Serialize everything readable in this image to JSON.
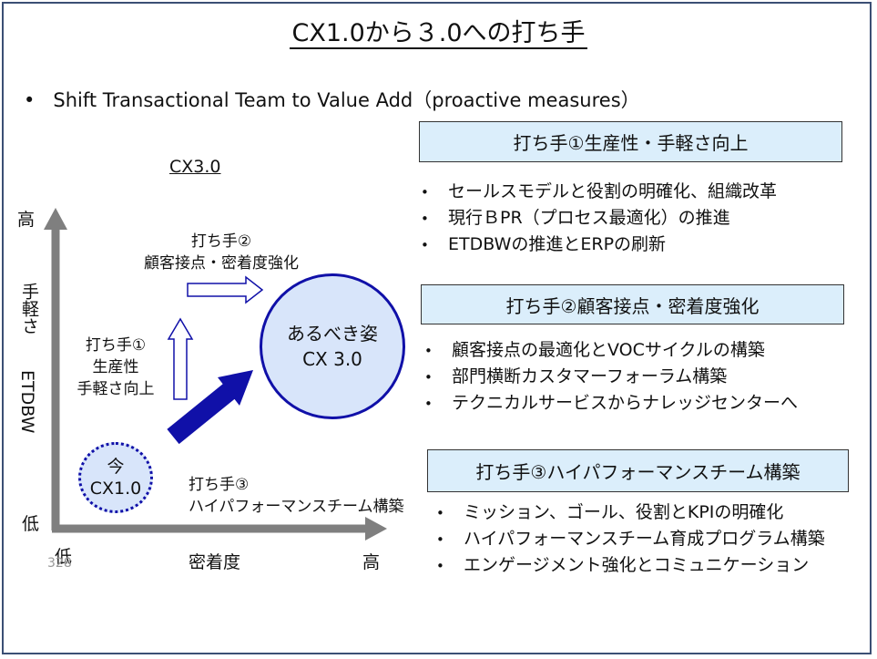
{
  "title": "CX1.0から３.0への打ち手",
  "subtitle": "Shift  Transactional  Team to Value Add（proactive measures）",
  "diagram": {
    "heading": "CX3.0",
    "y_axis": {
      "high": "高",
      "low": "低",
      "label_line1": "手軽さ",
      "label_line2": "ETDBW"
    },
    "x_axis": {
      "low": "低",
      "high": "高",
      "label": "密着度"
    },
    "measure1": {
      "line1": "打ち手①",
      "line2": "生産性",
      "line3": "手軽さ向上"
    },
    "measure2": {
      "line1": "打ち手②",
      "line2": "顧客接点・密着度強化"
    },
    "measure3": {
      "line1": "打ち手③",
      "line2": "ハイパフォーマンスチーム構築"
    },
    "target": {
      "line1": "あるべき姿",
      "line2": "CX 3.0"
    },
    "current": {
      "line1": "今",
      "line2": "CX1.0"
    },
    "page_number": "328"
  },
  "sections": [
    {
      "heading": "打ち手①生産性・手軽さ向上",
      "bullets": [
        "セールスモデルと役割の明確化、組織改革",
        "現行ＢPR（プロセス最適化）の推進",
        "ETDBWの推進とERPの刷新"
      ]
    },
    {
      "heading": "打ち手②顧客接点・密着度強化",
      "bullets": [
        "顧客接点の最適化とVOCサイクルの構築",
        "部門横断カスタマーフォーラム構築",
        "テクニカルサービスからナレッジセンターへ"
      ]
    },
    {
      "heading": "打ち手③ハイパフォーマンスチーム構築",
      "bullets": [
        "ミッション、ゴール、役割とKPIの明確化",
        "ハイパフォーマンスチーム育成プログラム構築",
        "エンゲージメント強化とコミュニケーション"
      ]
    }
  ],
  "colors": {
    "axis": "#7f7f7f",
    "arrow": "#1010a8",
    "box_fill": "#dbeefb",
    "circle_fill": "#d8e5fa"
  }
}
